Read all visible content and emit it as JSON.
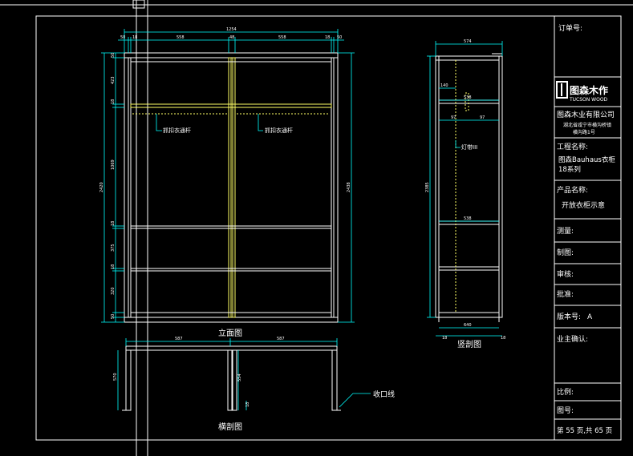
{
  "title_block": {
    "order_no_label": "订单号:",
    "logo_cn": "图森木作",
    "logo_en": "TUCSON WOOD",
    "company_name": "图森木业有限公司",
    "address_line1": "湖北省咸宁市横沟桥镇",
    "address_line2": "横沟路1号",
    "project_label": "工程名称:",
    "project_name_line1": "图森Bauhaus衣柜",
    "project_name_line2": "18系列",
    "product_label": "产品名称:",
    "product_name": "开放衣柜示意",
    "survey_label": "测量:",
    "drawn_label": "制图:",
    "review_label": "审核:",
    "approve_label": "批准:",
    "version_label": "版本号:",
    "version_value": "A",
    "owner_confirm_label": "业主确认:",
    "scale_label": "比例:",
    "drawing_no_label": "图号:",
    "page_info": "第 55 页,共 65 页"
  },
  "views": {
    "elevation": "立面图",
    "section": "竖剖图",
    "cross_section": "横剖图"
  },
  "callouts": {
    "rail_left": "抓扣衣通杆",
    "rail_right": "抓扣衣通杆",
    "light": "灯带III",
    "trim": "收口线"
  },
  "dimensions": {
    "elev_total_width": "1254",
    "elev_top_segments": [
      "50",
      "18",
      "558",
      "48",
      "558",
      "18",
      "50"
    ],
    "elev_total_height": "2420",
    "elev_right_height": "2438",
    "elev_left_segments": [
      "50",
      "423",
      "18",
      "1069",
      "18",
      "375",
      "18",
      "320",
      "50"
    ],
    "section_top": "574",
    "section_height": "2385",
    "section_shelf_depth": "538",
    "section_light_offset": "140",
    "section_small_left": "97",
    "section_small_right": "97",
    "section_bottom": "640",
    "section_bottom_left": "18",
    "section_bottom_right": "18",
    "cross_width_left": "587",
    "cross_width_right": "587",
    "cross_depth": "570",
    "cross_inner_depth": "554",
    "cross_gap": "18"
  },
  "colors": {
    "background": "#000000",
    "line": "#ffffff",
    "dimension": "#00ffff",
    "rail": "#ffff66",
    "title_line": "#ffffff"
  }
}
